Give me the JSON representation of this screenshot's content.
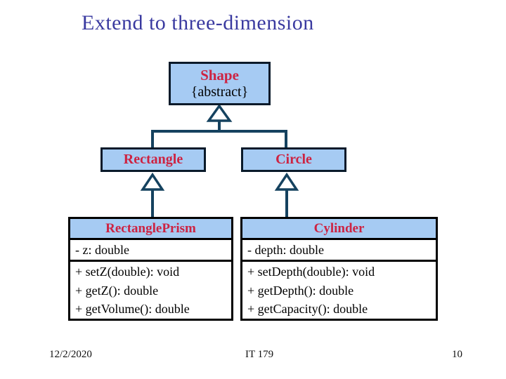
{
  "slide": {
    "title": "Extend to three-dimension",
    "footer": {
      "date": "12/2/2020",
      "course": "IT 179",
      "page_number": "10"
    }
  },
  "colors": {
    "title_text": "#3A3AA0",
    "box_fill": "#A6CBF3",
    "class_name_red": "#CD2342",
    "connector_navy": "#15425F",
    "box_border": "#000000"
  },
  "diagram": {
    "shape_class": {
      "name": "Shape",
      "stereotype": "{abstract}"
    },
    "rectangle_class": {
      "name": "Rectangle"
    },
    "circle_class": {
      "name": "Circle"
    },
    "rectangle_prism_class": {
      "name": "RectanglePrism",
      "attributes": [
        "- z: double"
      ],
      "methods": [
        "+ setZ(double): void",
        "+ getZ(): double",
        "+ getVolume(): double"
      ]
    },
    "cylinder_class": {
      "name": "Cylinder",
      "attributes": [
        "- depth: double"
      ],
      "methods": [
        "+ setDepth(double): void",
        "+ getDepth(): double",
        "+ getCapacity(): double"
      ]
    }
  }
}
